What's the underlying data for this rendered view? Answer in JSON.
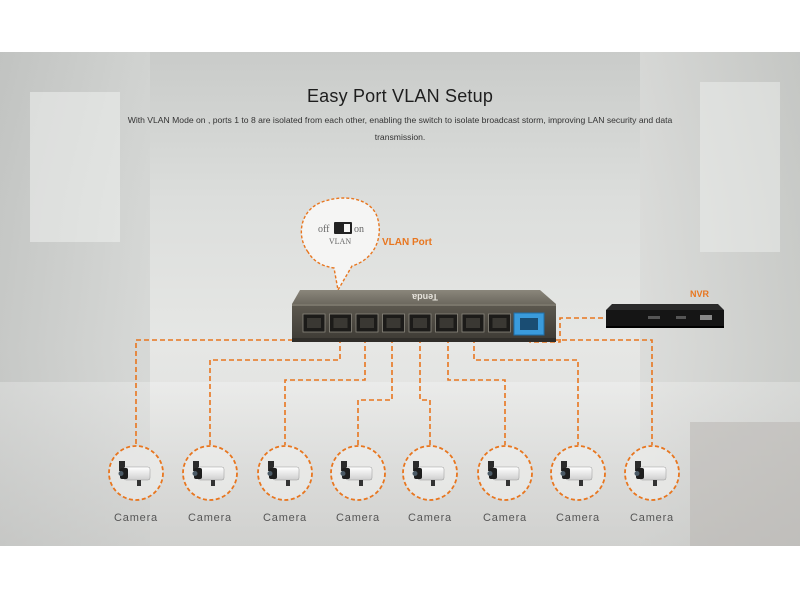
{
  "header": {
    "title": "Easy Port VLAN Setup",
    "description": "With VLAN Mode on , ports 1 to 8 are isolated from each other, enabling the switch to isolate broadcast storm, improving LAN security and data transmission."
  },
  "switch": {
    "brand": "Tenda",
    "port_count": 8,
    "uplink_port_color": "#3a9bdc",
    "vlan_toggle": {
      "off_label": "off",
      "on_label": "on",
      "caption": "VLAN"
    },
    "callout_label": "VLAN Port"
  },
  "nvr": {
    "label": "NVR"
  },
  "cameras": [
    {
      "label": "Camera"
    },
    {
      "label": "Camera"
    },
    {
      "label": "Camera"
    },
    {
      "label": "Camera"
    },
    {
      "label": "Camera"
    },
    {
      "label": "Camera"
    },
    {
      "label": "Camera"
    },
    {
      "label": "Camera"
    }
  ],
  "colors": {
    "accent": "#e8761f",
    "title": "#1e1e1e",
    "text": "#333333",
    "camera_label": "#555555",
    "switch_body": "#6e6a60"
  }
}
